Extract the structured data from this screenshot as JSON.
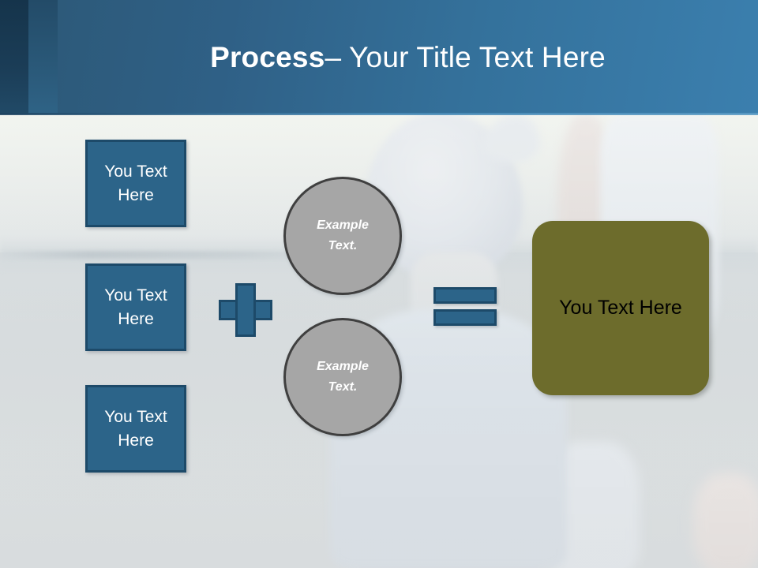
{
  "slide": {
    "title": {
      "strong": "Process",
      "rest": " – Your Title Text Here"
    },
    "inputs": [
      {
        "label": "You Text Here"
      },
      {
        "label": "You Text Here"
      },
      {
        "label": "You Text Here"
      }
    ],
    "operators": {
      "plus": "+",
      "equals": "="
    },
    "circles": [
      {
        "line1": "Example",
        "line2": "Text."
      },
      {
        "line1": "Example",
        "line2": "Text."
      }
    ],
    "result": {
      "label": "You Text Here"
    },
    "colors": {
      "title_bar_dark": "#15344b",
      "title_bar_mid": "#234b68",
      "title_bar_light": "#3b7fae",
      "box_fill": "#2c6489",
      "box_border": "#1d4a69",
      "circle_fill": "#a6a6a6",
      "circle_border": "#3f3f3f",
      "result_fill": "#6d6c2c",
      "title_text": "#ffffff",
      "result_text": "#000000"
    }
  }
}
